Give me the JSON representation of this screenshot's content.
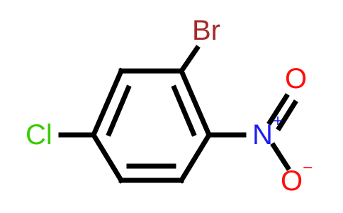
{
  "molecule": {
    "atoms": {
      "bromine": {
        "symbol": "Br",
        "color": "#a62929"
      },
      "chlorine": {
        "symbol": "Cl",
        "color": "#3bcc00"
      },
      "nitrogen": {
        "symbol": "N",
        "color": "#1e1ef0",
        "charge": "+"
      },
      "oxygen_top": {
        "symbol": "O",
        "color": "#ff0d0d"
      },
      "oxygen_bottom": {
        "symbol": "O",
        "color": "#ff0d0d",
        "charge": "−"
      }
    },
    "bond_color": "#000000"
  }
}
